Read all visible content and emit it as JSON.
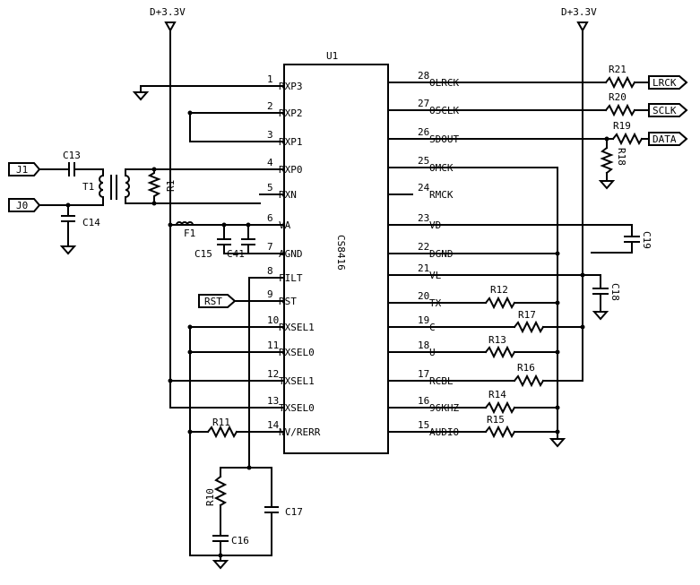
{
  "rails": {
    "left": "D+3.3V",
    "right": "D+3.3V"
  },
  "chip": {
    "ref": "U1",
    "part": "CS8416"
  },
  "left_pins": [
    {
      "num": "1",
      "name": "RXP3"
    },
    {
      "num": "2",
      "name": "RXP2"
    },
    {
      "num": "3",
      "name": "RXP1"
    },
    {
      "num": "4",
      "name": "RXP0"
    },
    {
      "num": "5",
      "name": "RXN"
    },
    {
      "num": "6",
      "name": "VA"
    },
    {
      "num": "7",
      "name": "AGND"
    },
    {
      "num": "8",
      "name": "FILT"
    },
    {
      "num": "9",
      "name": "RST"
    },
    {
      "num": "10",
      "name": "RXSEL1"
    },
    {
      "num": "11",
      "name": "RXSEL0"
    },
    {
      "num": "12",
      "name": "TXSEL1"
    },
    {
      "num": "13",
      "name": "TXSEL0"
    },
    {
      "num": "14",
      "name": "NV/RERR"
    }
  ],
  "right_pins": [
    {
      "num": "28",
      "name": "OLRCK"
    },
    {
      "num": "27",
      "name": "OSCLK"
    },
    {
      "num": "26",
      "name": "SDOUT"
    },
    {
      "num": "25",
      "name": "OMCK"
    },
    {
      "num": "24",
      "name": "RMCK"
    },
    {
      "num": "23",
      "name": "VD"
    },
    {
      "num": "22",
      "name": "DGND"
    },
    {
      "num": "21",
      "name": "VL"
    },
    {
      "num": "20",
      "name": "TX"
    },
    {
      "num": "19",
      "name": "C"
    },
    {
      "num": "18",
      "name": "U"
    },
    {
      "num": "17",
      "name": "RCBL"
    },
    {
      "num": "16",
      "name": "96KHZ"
    },
    {
      "num": "15",
      "name": "AUDIO"
    }
  ],
  "ports": {
    "j1": "J1",
    "j0": "J0",
    "rst": "RST",
    "lrck": "LRCK",
    "sclk": "SCLK",
    "data": "DATA"
  },
  "parts": {
    "c13": "C13",
    "c14": "C14",
    "t1": "T1",
    "r1": "R1",
    "f1": "F1",
    "c15": "C15",
    "c41": "C41",
    "r11": "R11",
    "r10": "R10",
    "c16": "C16",
    "c17": "C17",
    "r21": "R21",
    "r20": "R20",
    "r19": "R19",
    "r18": "R18",
    "c19": "C19",
    "c18": "C18",
    "r12": "R12",
    "r17": "R17",
    "r13": "R13",
    "r16": "R16",
    "r14": "R14",
    "r15": "R15"
  }
}
